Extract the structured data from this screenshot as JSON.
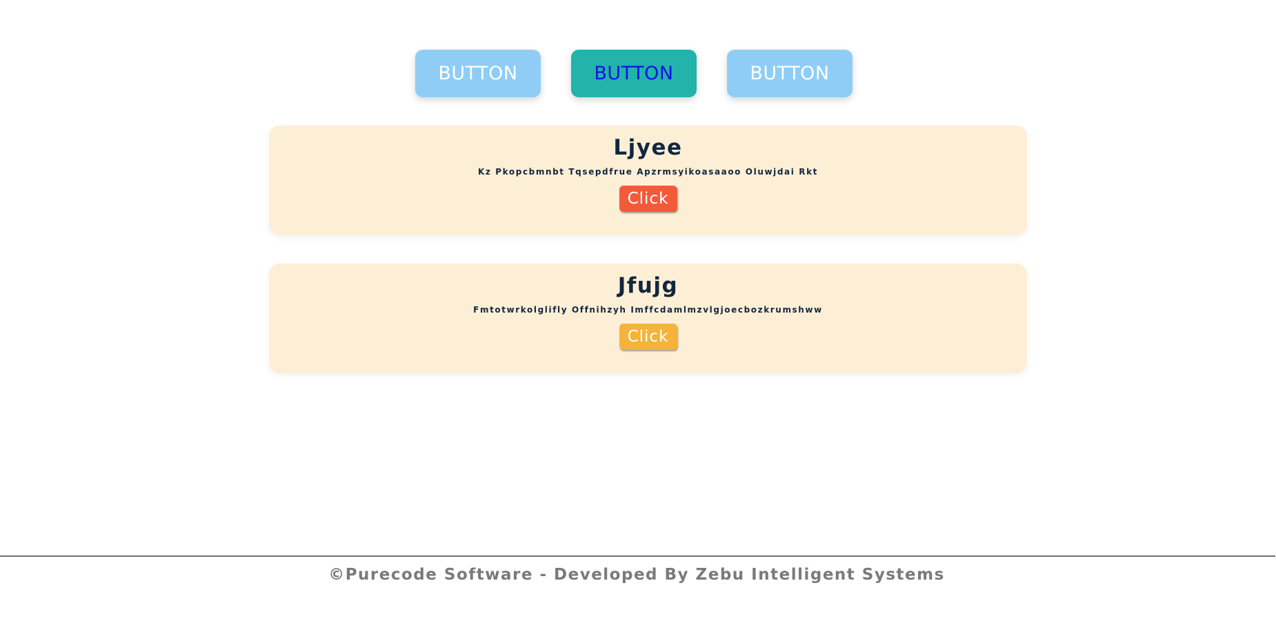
{
  "top_buttons": [
    {
      "label": "BUTTON",
      "state": "default"
    },
    {
      "label": "BUTTON",
      "state": "active"
    },
    {
      "label": "BUTTON",
      "state": "default"
    }
  ],
  "cards": [
    {
      "title": "Ljyee",
      "text": "Kz Pkopcbmnbt Tqsepdfrue Apzrmsyikoasaaoo Oluwjdai Rkt",
      "button_label": "Click",
      "button_color": "#f35a3a"
    },
    {
      "title": "Jfujg",
      "text": "Fmtotwrkolglifly Offnihzyh Imffcdamlmzvlgjoecbozkrumshww",
      "button_label": "Click",
      "button_color": "#f4b33a"
    }
  ],
  "colors": {
    "button_default": "#8fcdf7",
    "button_active": "#22b3aa",
    "button_active_text": "#1010e8",
    "card_background": "#fdefd6",
    "title_text": "#12263f"
  },
  "footer": {
    "text": "©Purecode Software - Developed By Zebu Intelligent Systems"
  }
}
